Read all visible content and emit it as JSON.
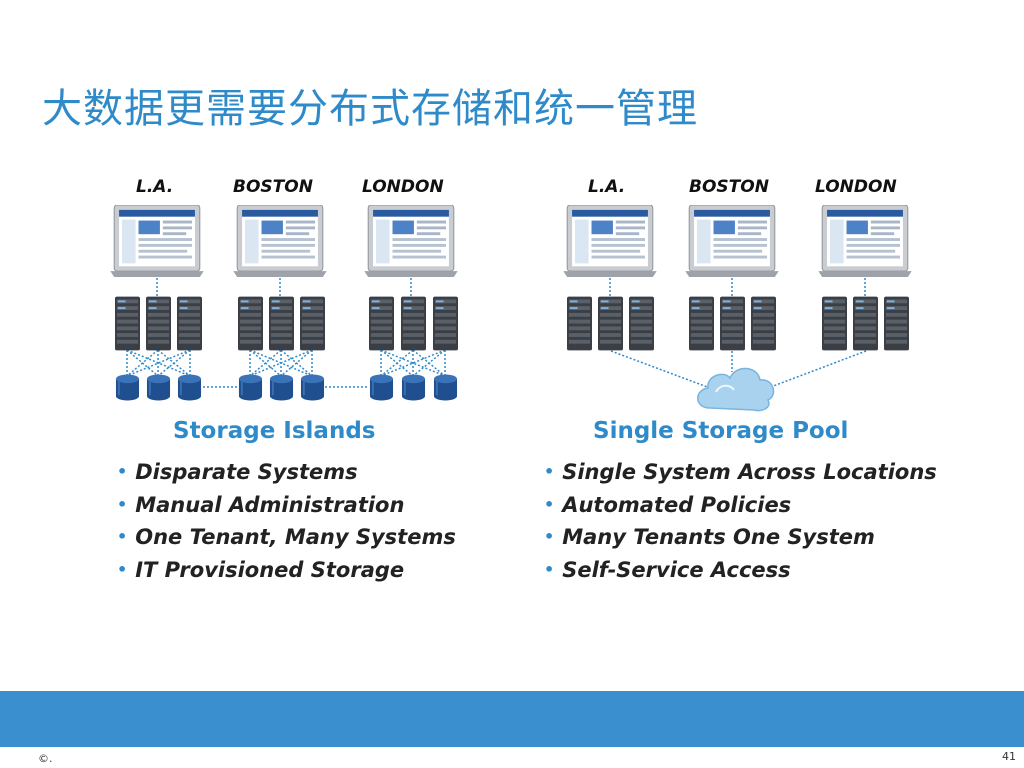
{
  "slide": {
    "title": "大数据更需要分布式存储和统一管理",
    "page_number": "41",
    "copyright": "©."
  },
  "left": {
    "cities": [
      "L.A.",
      "BOSTON",
      "LONDON"
    ],
    "heading": "Storage Islands",
    "bullets": [
      "Disparate Systems",
      "Manual Administration",
      "One Tenant, Many Systems",
      "IT Provisioned Storage"
    ]
  },
  "right": {
    "cities": [
      "L.A.",
      "BOSTON",
      "LONDON"
    ],
    "heading": "Single Storage Pool",
    "bullets": [
      "Single System Across Locations",
      "Automated Policies",
      "Many Tenants One System",
      "Self-Service Access"
    ]
  },
  "icons": {
    "laptop": "laptop-icon",
    "server": "server-rack-icon",
    "disk": "database-disk-icon",
    "cloud": "cloud-icon"
  },
  "colors": {
    "accent": "#2e8ac9",
    "footer": "#3a8fce",
    "link_line": "#2e8ac9",
    "disk": "#1f4f8f"
  }
}
